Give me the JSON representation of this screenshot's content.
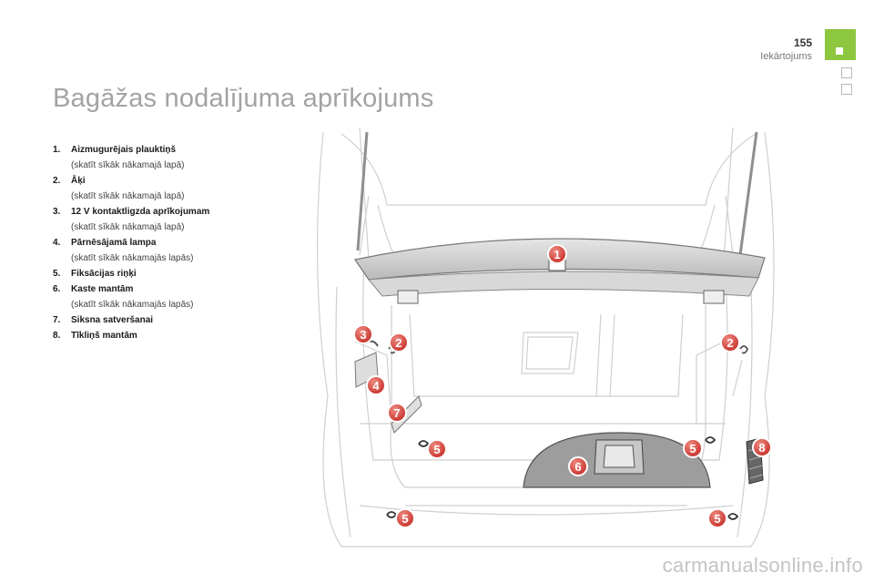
{
  "header": {
    "page_number": "155",
    "section": "Iekārtojums"
  },
  "title": "Bagāžas nodalījuma aprīkojums",
  "items": [
    {
      "num": "1.",
      "label": "Aizmugurējais plauktiņš",
      "note": "(skatīt sīkāk nākamajā lapā)"
    },
    {
      "num": "2.",
      "label": "Āķi",
      "note": "(skatīt sīkāk nākamajā lapā)"
    },
    {
      "num": "3.",
      "label": "12 V kontaktligzda aprīkojumam",
      "note": "(skatīt sīkāk nākamajā lapā)"
    },
    {
      "num": "4.",
      "label": "Pārnēsājamā lampa",
      "note": "(skatīt sīkāk nākamajās lapās)"
    },
    {
      "num": "5.",
      "label": "Fiksācijas riņķi",
      "note": ""
    },
    {
      "num": "6.",
      "label": "Kaste mantām",
      "note": "(skatīt sīkāk nākamajās lapās)"
    },
    {
      "num": "7.",
      "label": "Siksna satveršanai",
      "note": ""
    },
    {
      "num": "8.",
      "label": "Tīkliņš mantām",
      "note": ""
    }
  ],
  "callouts": [
    "1",
    "2",
    "2",
    "3",
    "4",
    "7",
    "5",
    "5",
    "5",
    "5",
    "6",
    "8"
  ],
  "watermark": "carmanualsonline.info",
  "colors": {
    "accent_green": "#8dc63f",
    "callout_red": "#d9413a",
    "title_gray": "#a3a3a3"
  }
}
